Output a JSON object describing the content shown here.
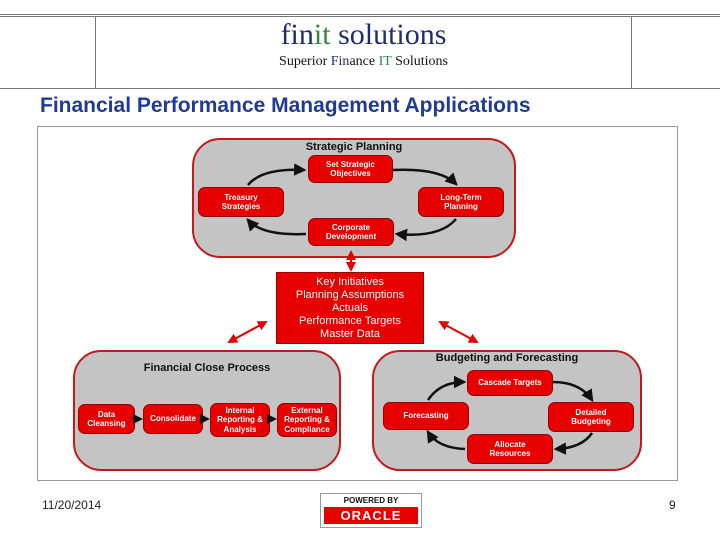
{
  "brand": {
    "name_pre": "fin",
    "name_it": "it",
    "name_post": " solutions",
    "tagline_pre": "Superior ",
    "tagline_fin": "Fin",
    "tagline_ance": "ance ",
    "tagline_it": "IT",
    "tagline_post": " Solutions"
  },
  "title": "Financial Performance Management Applications",
  "strategic_planning": {
    "title": "Strategic Planning",
    "items": [
      "Set Strategic\nObjectives",
      "Long-Term\nPlanning",
      "Corporate\nDevelopment",
      "Treasury\nStrategies"
    ]
  },
  "key_initiatives": {
    "lines": [
      "Key Initiatives",
      "Planning Assumptions",
      "Actuals",
      "Performance Targets",
      "Master Data"
    ]
  },
  "financial_close": {
    "title": "Financial Close Process",
    "items": [
      "Data\nCleansing",
      "Consolidate",
      "Internal\nReporting &\nAnalysis",
      "External\nReporting &\nCompliance"
    ]
  },
  "budgeting": {
    "title": "Budgeting and Forecasting",
    "items": [
      "Cascade Targets",
      "Detailed\nBudgeting",
      "Allocate\nResources",
      "Forecasting"
    ]
  },
  "footer": {
    "date": "11/20/2014",
    "page": "9",
    "powered_by": "POWERED BY",
    "oracle": "ORACLE"
  },
  "colors": {
    "accent_red": "#e60000",
    "title_blue": "#1f3a9a",
    "group_gray": "#c4c4c4"
  }
}
